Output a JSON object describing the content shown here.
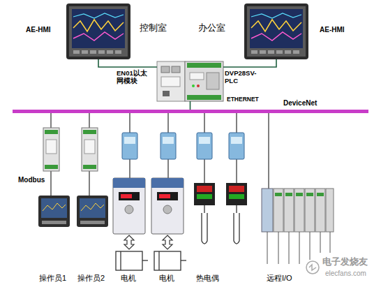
{
  "diagram": {
    "nodes": [
      {
        "text": [
          "AE-HMI",
          "控制室"
        ]
      },
      {
        "text": [
          "办公室",
          "AE-HMI"
        ]
      },
      {
        "text": [
          "EN01以太网模块",
          "DVP28SV-PLC",
          "ETHERNET"
        ]
      },
      {
        "text": [
          "DeviceNet"
        ]
      }
    ],
    "edges": [
      {
        "from": 0,
        "to": 2,
        "arrow": "none"
      },
      {
        "from": 1,
        "to": 2,
        "arrow": "none"
      },
      {
        "from": 2,
        "to": 3,
        "arrow": "none"
      }
    ],
    "labels": [
      "Modbus",
      "操作员1",
      "操作员2",
      "电机",
      "电机",
      "热电偶",
      "远程I/O",
      "电子发烧友",
      "elecfans.com"
    ]
  }
}
